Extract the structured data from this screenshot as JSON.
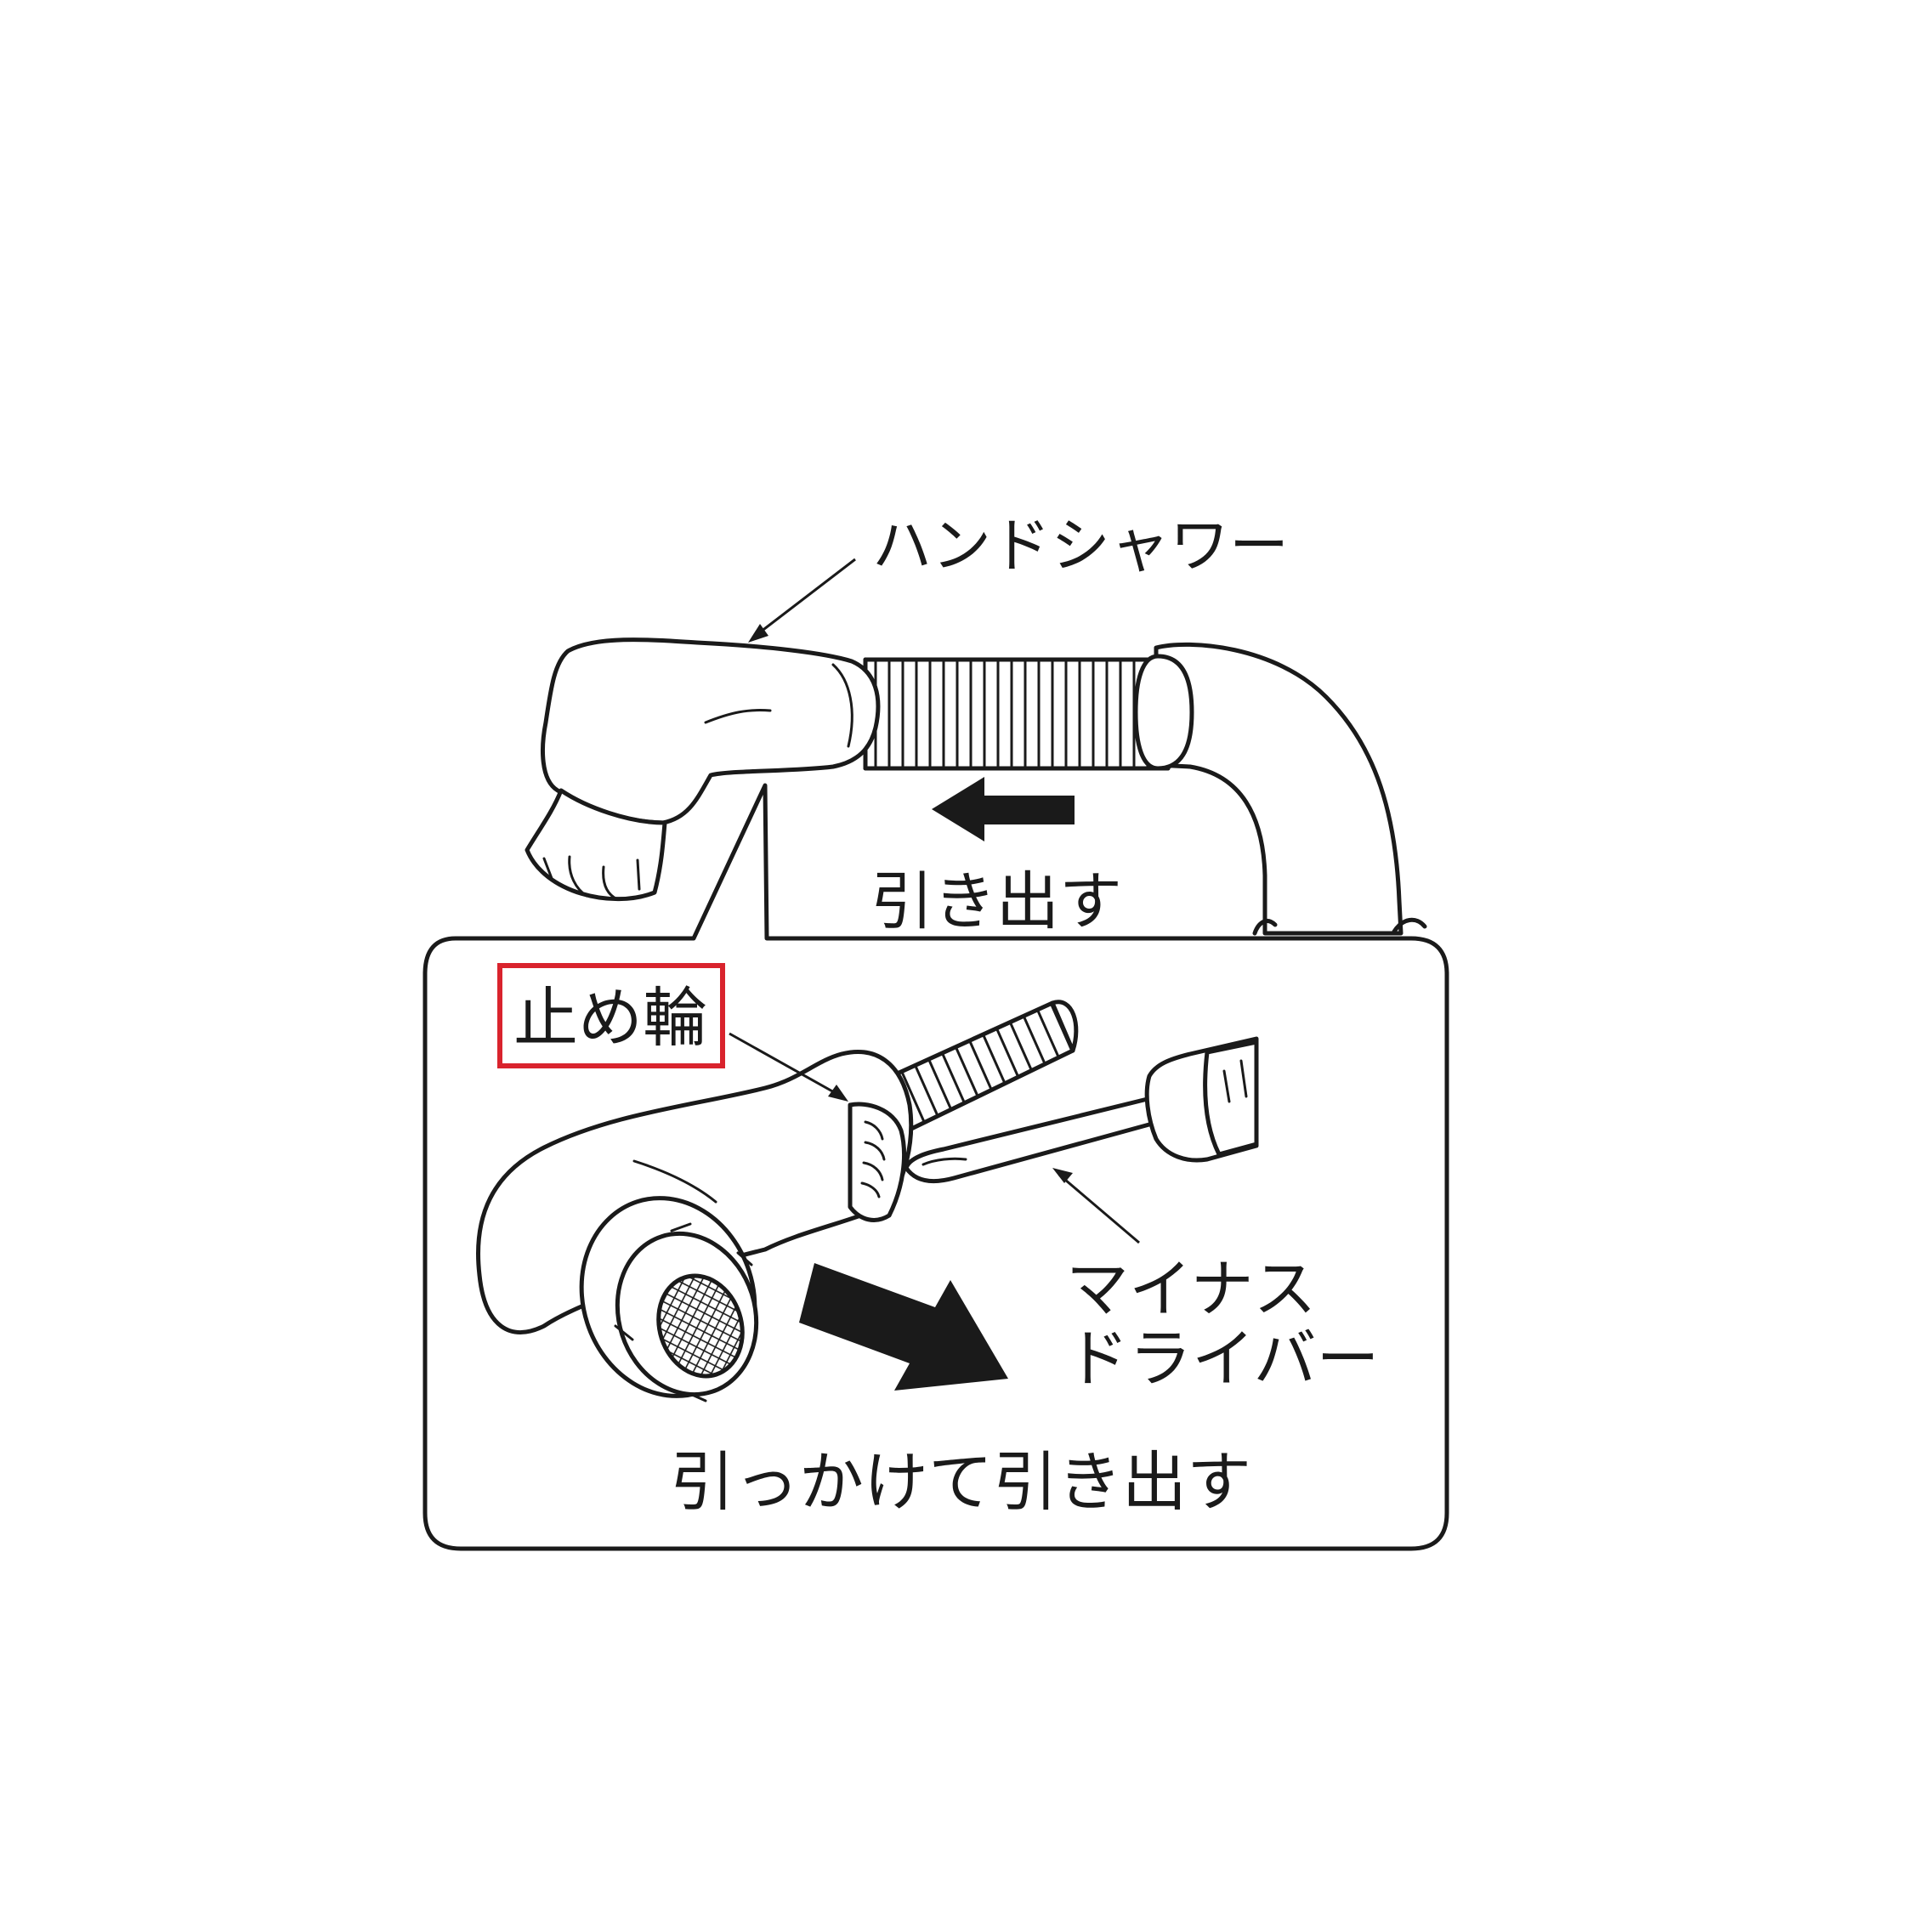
{
  "labels": {
    "hand_shower": "ハンドシャワー",
    "pull_out_top": "引き出す",
    "retaining_ring": "止め輪",
    "screwdriver_line1": "マイナス",
    "screwdriver_line2": "ドライバー",
    "hook_and_pull": "引っかけて引き出す"
  },
  "colors": {
    "line": "#1a1a1a",
    "highlight_box": "#d9232d",
    "background": "#ffffff"
  },
  "icons": {
    "arrow_top": "arrow-left-icon",
    "arrow_bottom": "arrow-down-right-icon"
  }
}
